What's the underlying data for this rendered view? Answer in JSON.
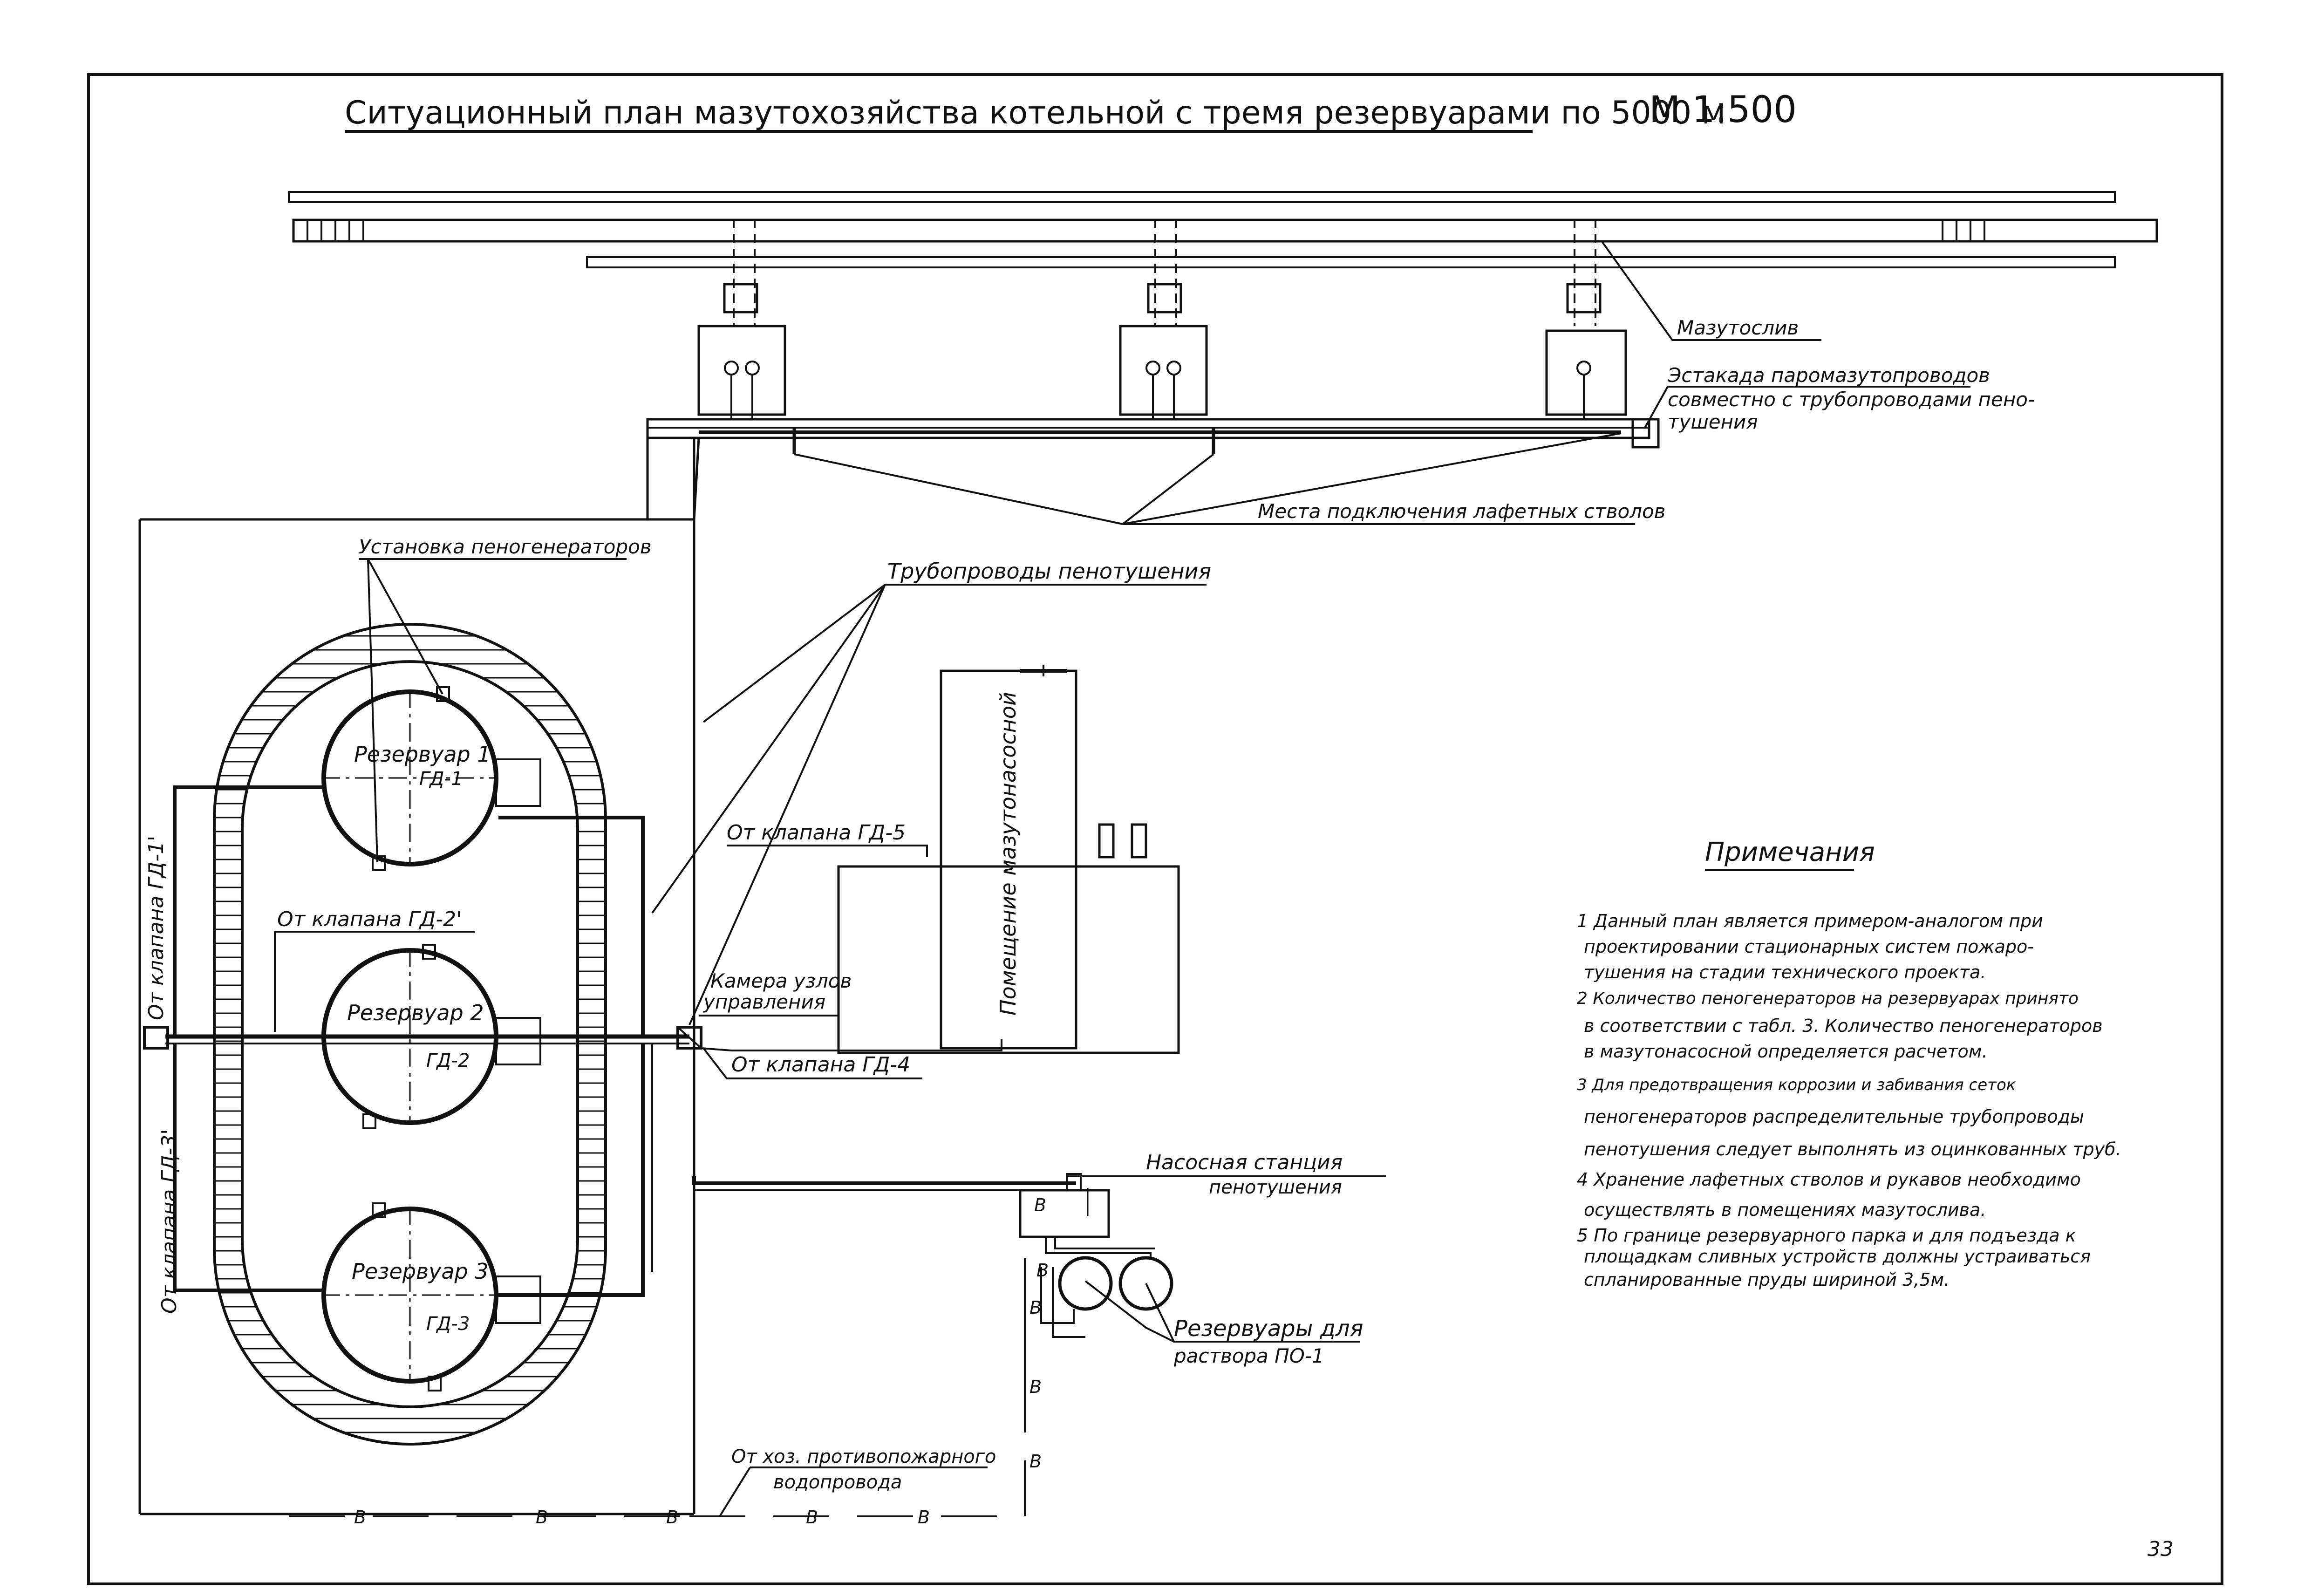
{
  "title": {
    "text": "Ситуационный план мазутохозяйства котельной с тремя резервуарами по 5000 м",
    "scale": "М 1:500"
  },
  "labels": {
    "mazutosliv": "Мазутослив",
    "estakada_1": "Эстакада паромазутопроводов",
    "estakada_2": "совместно с трубопроводами пено-",
    "estakada_3": "тушения",
    "mesta": "Места подключения лафетных стволов",
    "truboprovody": "Трубопроводы пенотушения",
    "ustanovka": "Установка пеногенераторов",
    "ot_klapana_gd5": "От клапана ГД-5",
    "ot_klapana_gd2": "От клапана ГД-2'",
    "ot_klapana_gd1": "От клапана ГД-1'",
    "ot_klapana_gd3": "От клапана ГД-3'",
    "kamera_1": "Камера узлов",
    "kamera_2": "управления",
    "ot_klapana_gd4": "От клапана ГД-4",
    "pomeshchenie": "Помещение мазутонасосной",
    "nasosnaya_1": "Насосная станция",
    "nasosnaya_2": "пенотушения",
    "rezervuary_1": "Резервуары для",
    "rezervuary_2": "раствора ПО-1",
    "vodoprovod_1": "От хоз. противопожарного",
    "vodoprovod_2": "водопровода",
    "water_mark": "В"
  },
  "tanks": [
    {
      "name": "Резервуар 1",
      "code": "ГД-1"
    },
    {
      "name": "Резервуар 2",
      "code": "ГД-2"
    },
    {
      "name": "Резервуар 3",
      "code": "ГД-3"
    }
  ],
  "notes": {
    "heading": "Примечания",
    "lines": [
      "1 Данный план является примером-аналогом при",
      "проектировании стационарных систем пожаро-",
      "тушения на стадии технического проекта.",
      "2 Количество пеногенераторов на резервуарах принято",
      "в соответствии с табл. 3. Количество пеногенераторов",
      "в мазутонасосной определяется расчетом.",
      "3 Для предотвращения коррозии и забивания сеток",
      "пеногенераторов распределительные трубопроводы",
      "пенотушения следует выполнять из оцинкованных труб.",
      "4 Хранение лафетных стволов и рукавов необходимо",
      "осуществлять в помещениях мазутослива.",
      "5 По границе резервуарного парка и для подъезда к",
      "площадкам сливных устройств должны устраиваться",
      "спланированные пруды шириной 3,5м."
    ]
  },
  "page_number": "33"
}
